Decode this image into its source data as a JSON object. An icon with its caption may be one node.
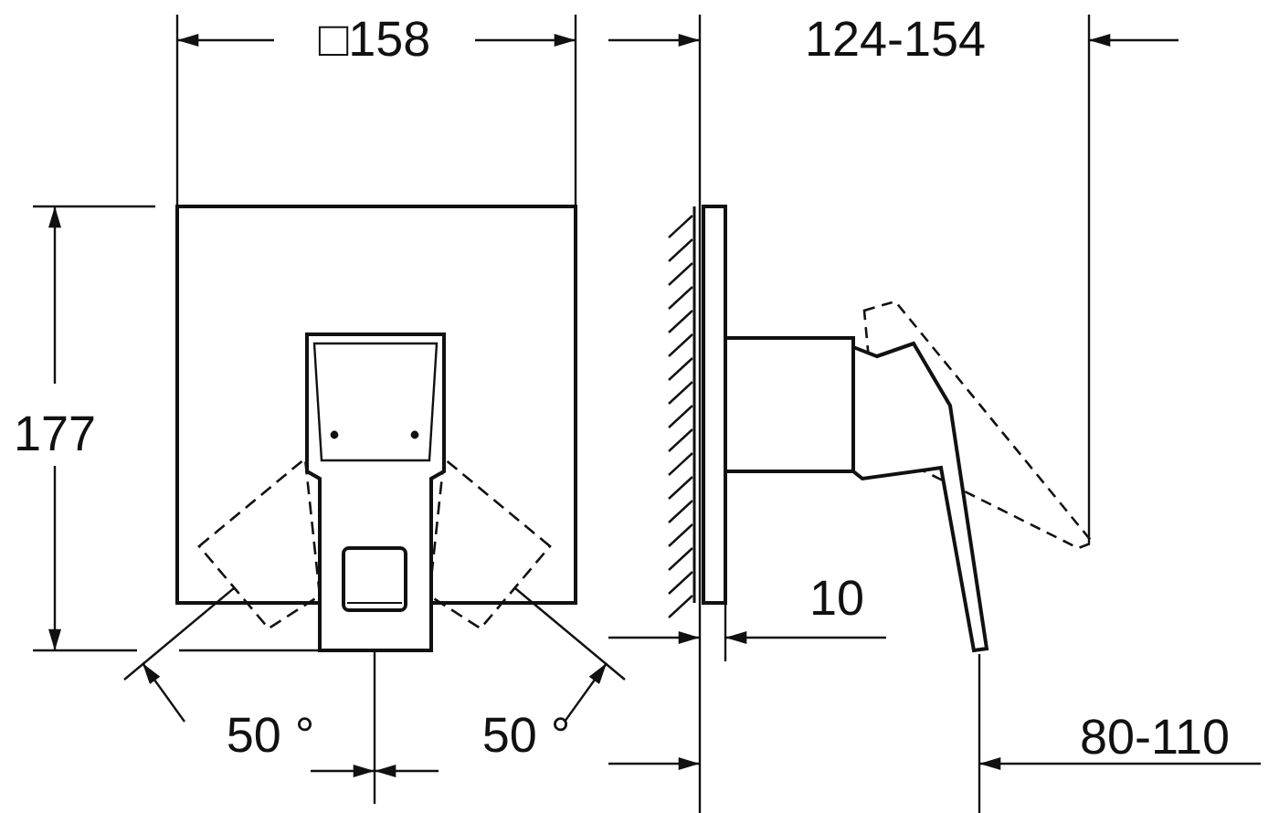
{
  "diagram": {
    "labels": [
      "□158",
      "124-154",
      "177",
      "10",
      "50 °",
      "50 °",
      "80-110"
    ]
  }
}
